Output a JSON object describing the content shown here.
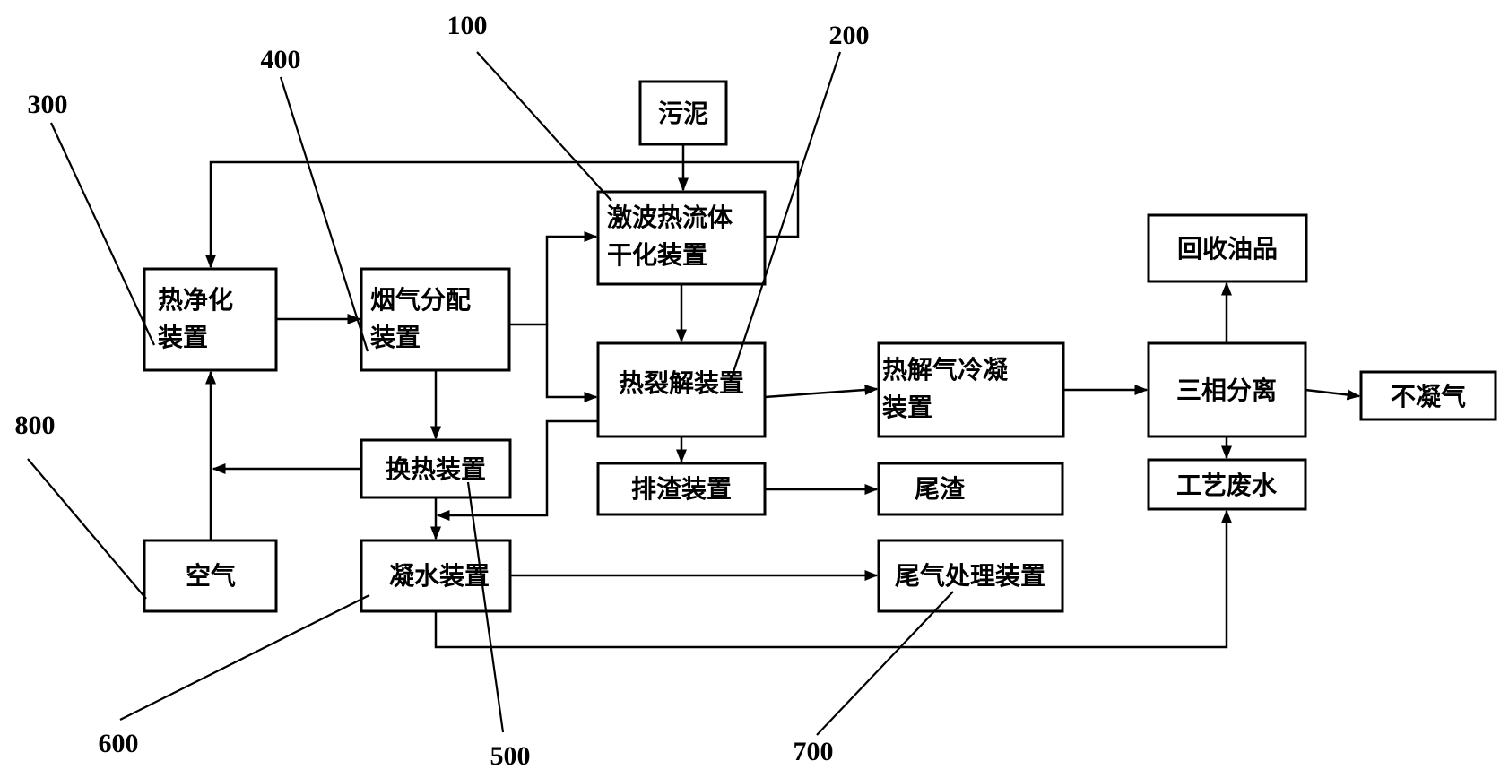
{
  "diagram": {
    "title": "Sludge pyrolysis process flow",
    "nodes": {
      "sludge": {
        "lines": [
          "污泥"
        ]
      },
      "shockwave_dryer": {
        "lines": [
          "激波热流体",
          "干化装置"
        ]
      },
      "thermal_purifier": {
        "lines": [
          "热净化",
          "装置"
        ]
      },
      "flue_gas_distributor": {
        "lines": [
          "烟气分配",
          "装置"
        ]
      },
      "pyrolyzer": {
        "lines": [
          "热裂解装置"
        ]
      },
      "pyrolysis_gas_condenser": {
        "lines": [
          "热解气冷凝",
          "装置"
        ]
      },
      "three_phase_separator": {
        "lines": [
          "三相分离"
        ]
      },
      "recovered_oil": {
        "lines": [
          "回收油品"
        ]
      },
      "noncondensable_gas": {
        "lines": [
          "不凝气"
        ]
      },
      "process_wastewater": {
        "lines": [
          "工艺废水"
        ]
      },
      "heat_exchanger": {
        "lines": [
          "换热装置"
        ]
      },
      "slag_discharger": {
        "lines": [
          "排渣装置"
        ]
      },
      "tail_slag": {
        "lines": [
          "尾渣"
        ]
      },
      "air": {
        "lines": [
          "空气"
        ]
      },
      "water_condenser": {
        "lines": [
          "凝水装置"
        ]
      },
      "tail_gas_treatment": {
        "lines": [
          "尾气处理装置"
        ]
      }
    },
    "reference_numerals": {
      "r100": "100",
      "r200": "200",
      "r300": "300",
      "r400": "400",
      "r500": "500",
      "r600": "600",
      "r700": "700",
      "r800": "800"
    },
    "edges": [
      {
        "from": "污泥",
        "to": "激波热流体干化装置"
      },
      {
        "from": "激波热流体干化装置",
        "to": "热净化装置"
      },
      {
        "from": "热净化装置",
        "to": "烟气分配装置"
      },
      {
        "from": "烟气分配装置",
        "to": "激波热流体干化装置"
      },
      {
        "from": "烟气分配装置",
        "to": "热裂解装置"
      },
      {
        "from": "烟气分配装置",
        "to": "换热装置"
      },
      {
        "from": "激波热流体干化装置",
        "to": "热裂解装置"
      },
      {
        "from": "热裂解装置",
        "to": "热解气冷凝装置"
      },
      {
        "from": "热裂解装置",
        "to": "排渣装置"
      },
      {
        "from": "热裂解装置",
        "to": "凝水装置"
      },
      {
        "from": "热解气冷凝装置",
        "to": "三相分离"
      },
      {
        "from": "三相分离",
        "to": "回收油品"
      },
      {
        "from": "三相分离",
        "to": "不凝气"
      },
      {
        "from": "三相分离",
        "to": "工艺废水"
      },
      {
        "from": "排渣装置",
        "to": "尾渣"
      },
      {
        "from": "换热装置",
        "to": "热净化装置"
      },
      {
        "from": "换热装置",
        "to": "凝水装置"
      },
      {
        "from": "空气",
        "to": "热净化装置"
      },
      {
        "from": "凝水装置",
        "to": "尾气处理装置"
      },
      {
        "from": "凝水装置",
        "to": "工艺废水"
      }
    ]
  }
}
